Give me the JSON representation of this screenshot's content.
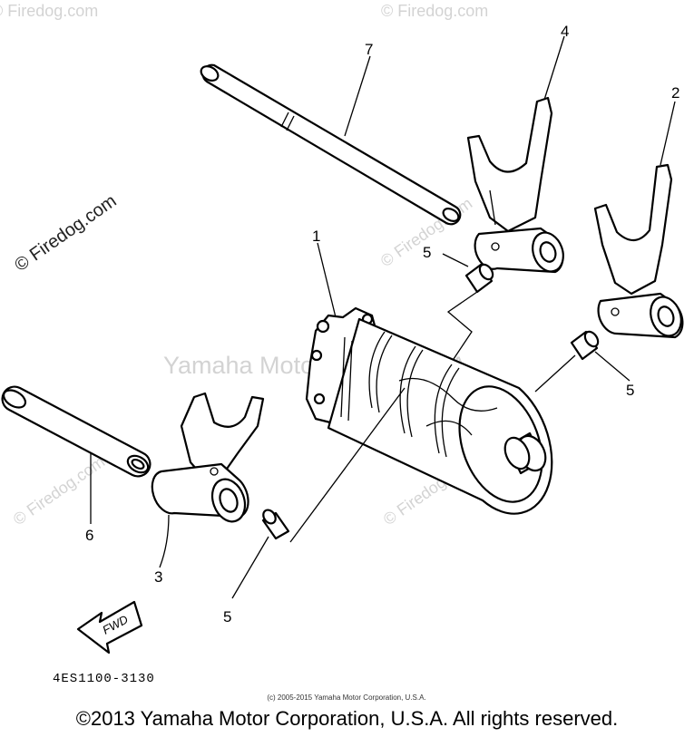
{
  "watermarks": {
    "center": "Yamaha Motor Corp., U.S.A.",
    "firedog": "© Firedog.com",
    "firedog_faded": "© Firedog.com"
  },
  "callouts": {
    "p1": "1",
    "p2": "2",
    "p3": "3",
    "p4": "4",
    "p5a": "5",
    "p5b": "5",
    "p5c": "5",
    "p6": "6",
    "p7": "7"
  },
  "fwd_label": "FWD",
  "diagram_code": "4ES1100-3130",
  "small_copyright": "(c) 2005-2015 Yamaha Motor Corporation, U.S.A.",
  "footer_copyright": "©2013 Yamaha Motor Corporation, U.S.A. All rights reserved."
}
